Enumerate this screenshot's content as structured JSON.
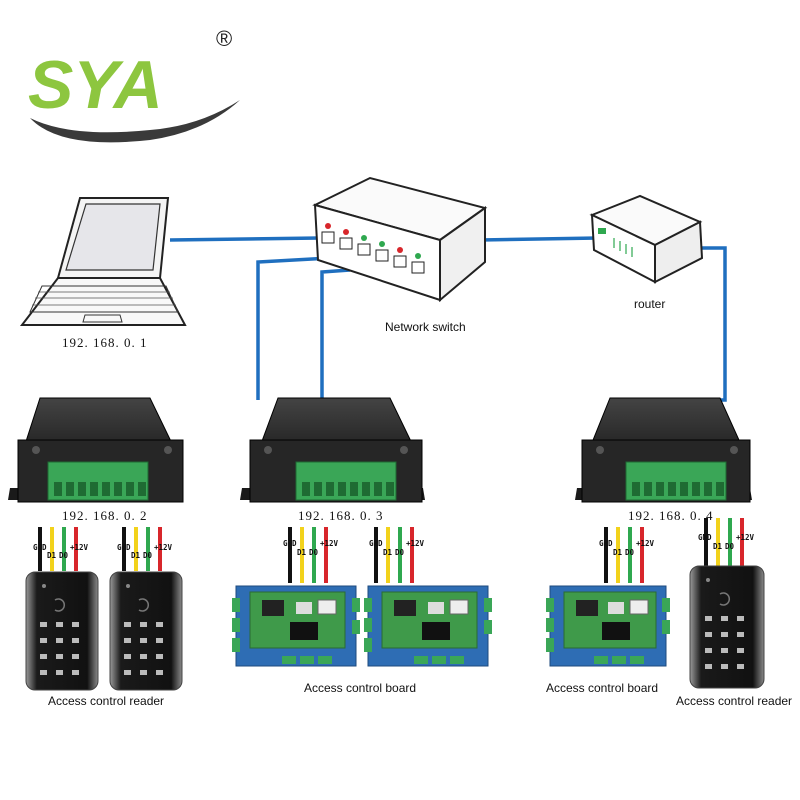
{
  "logo": {
    "text": "SYA",
    "registered": "®"
  },
  "labels": {
    "laptop_ip": "192. 168. 0. 1",
    "switch": "Network switch",
    "router": "router",
    "c1_ip": "192. 168. 0. 2",
    "c2_ip": "192. 168. 0. 3",
    "c3_ip": "192. 168. 0. 4",
    "reader_left": "Access control reader",
    "board_middle": "Access control board",
    "board_right": "Access control board",
    "reader_right": "Access control reader"
  },
  "wires": [
    "GND",
    "D1",
    "D0",
    "+12V"
  ],
  "colors": {
    "cable": "#1f6fbf",
    "logo_green": "#8dc63f",
    "logo_dark": "#333333",
    "controller": "#2b2b2b",
    "terminal": "#3aa657",
    "board_blue": "#2e6db4",
    "board_green": "#3f9a4a",
    "wire_black": "#111111",
    "wire_yellow": "#f2d21b",
    "wire_green": "#2fa84f",
    "wire_red": "#d8262b"
  }
}
